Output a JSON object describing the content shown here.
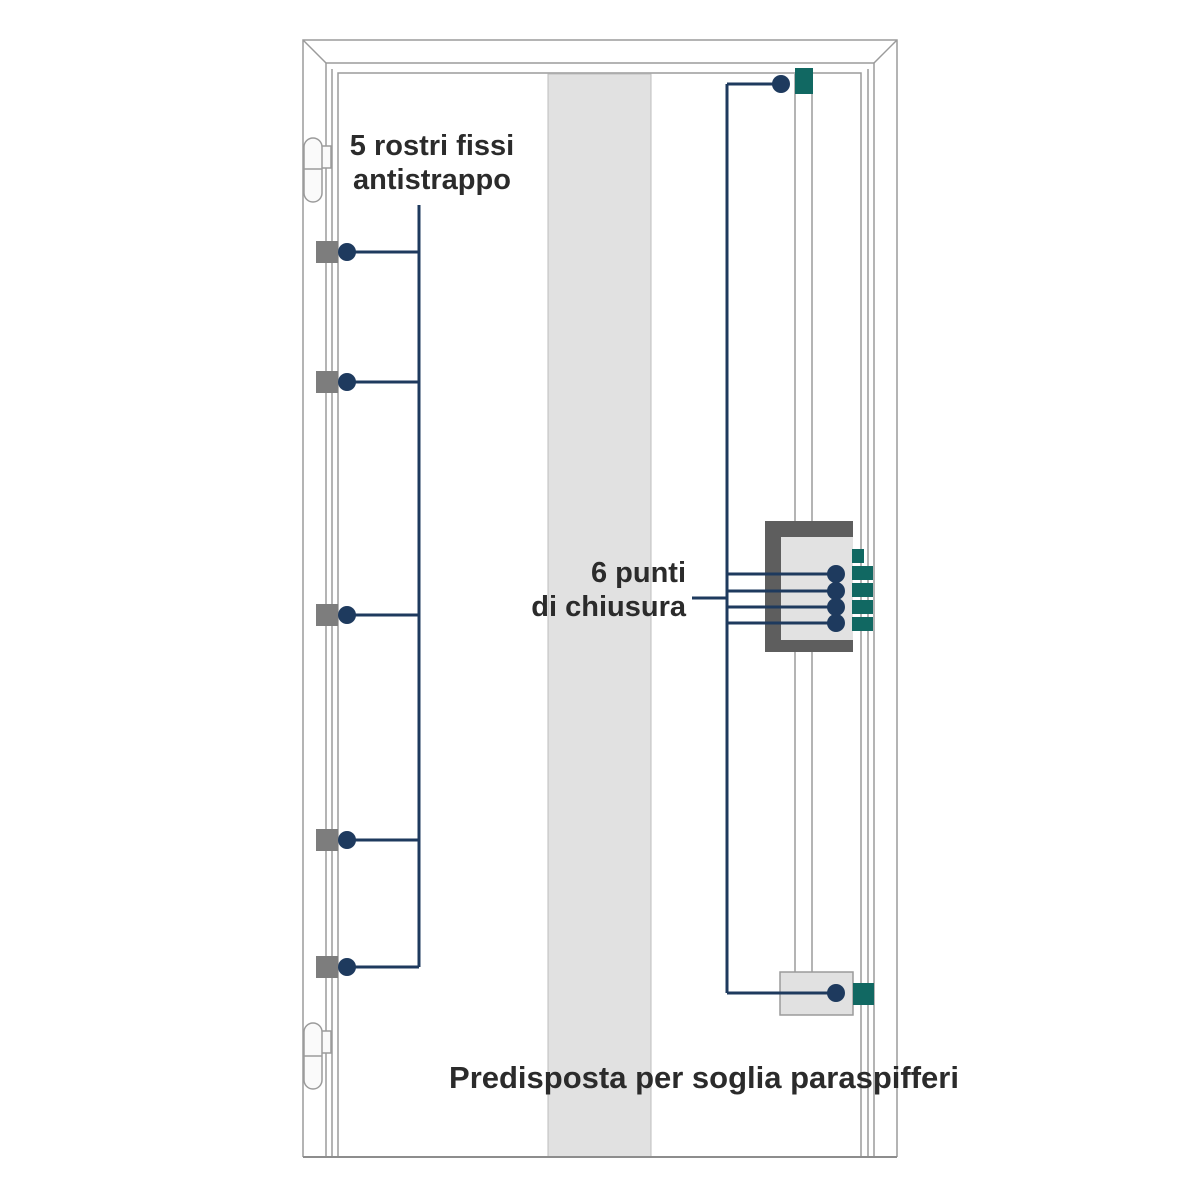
{
  "diagram": {
    "subject": "security-door-technical-diagram",
    "labels": {
      "rostri_line1": "5 rostri fissi",
      "rostri_line2": "antistrappo",
      "chiusura_line1": "6 punti",
      "chiusura_line2": "di chiusura",
      "soglia": "Predisposta per soglia paraspifferi"
    },
    "counts": {
      "rostri_fissi": 5,
      "punti_di_chiusura": 6,
      "hinges": 2,
      "teal_lock_bolts": 4
    },
    "colors": {
      "background": "#ffffff",
      "connector_navy": "#1e3a5e",
      "bolt_teal": "#116862",
      "rostro_gray": "#7d7d7d",
      "lock_body_gray": "#5e5e5e",
      "panel_light_gray": "#e1e1e1",
      "outline_gray": "#9b9b9b",
      "text_color": "#2b2b2b"
    }
  }
}
